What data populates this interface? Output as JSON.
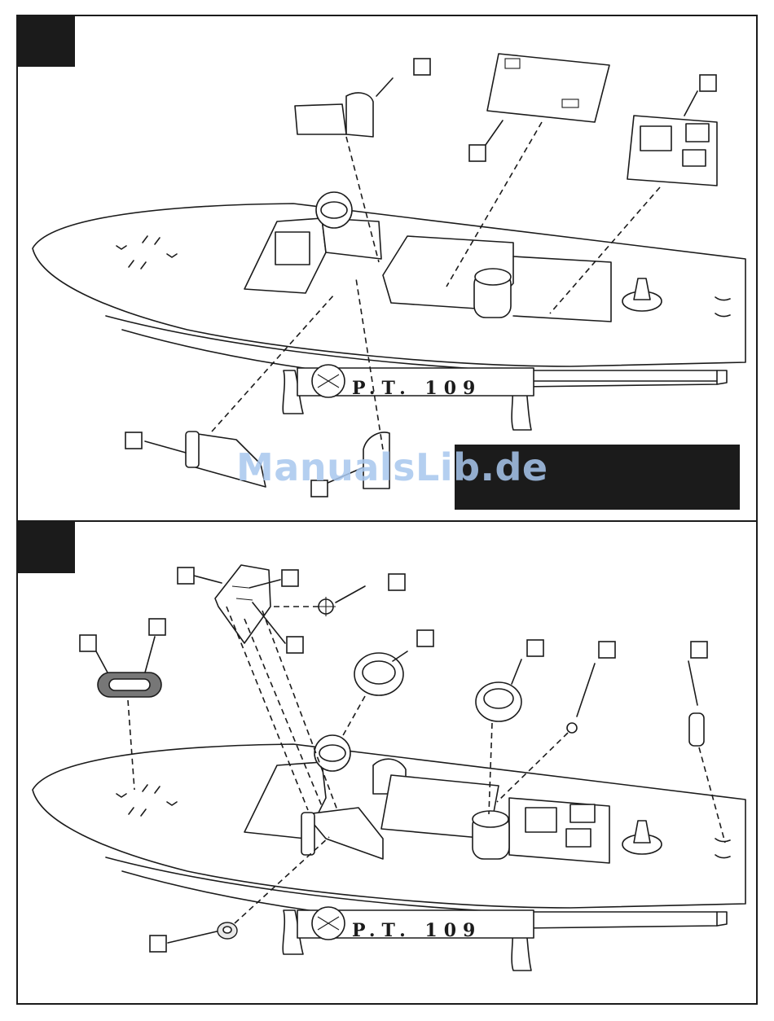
{
  "watermark": {
    "text": "ManualsLib.de",
    "color": "#a8c7ee"
  },
  "hull_marking": {
    "text": "P.T. 109"
  },
  "colors": {
    "ink": "#1b1b1b",
    "paper": "#ffffff",
    "part_gray": "#777777"
  },
  "steps": [
    {
      "name": "step-1",
      "part_callouts": 6
    },
    {
      "name": "step-2",
      "part_callouts": 12
    }
  ]
}
